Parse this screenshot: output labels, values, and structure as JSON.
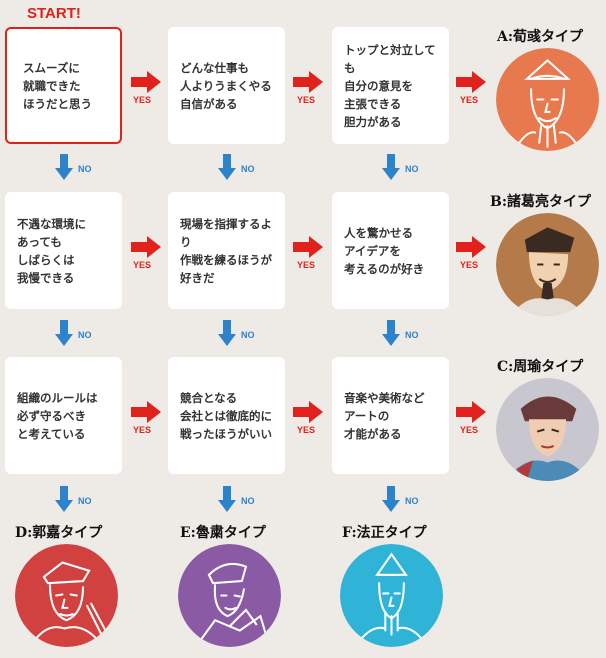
{
  "start_label": "START!",
  "yes_label": "YES",
  "no_label": "NO",
  "questions": {
    "q11": "スムーズに\n就職できた\nほうだと思う",
    "q12": "どんな仕事も\n人よりうまくやる\n自信がある",
    "q13": "トップと対立しても\n自分の意見を\n主張できる\n胆力がある",
    "q21": "不遇な環境に\nあっても\nしばらくは\n我慢できる",
    "q22": "現場を指揮するより\n作戦を練るほうが\n好きだ",
    "q23": "人を驚かせる\nアイデアを\n考えるのが好き",
    "q31": "組織のルールは\n必ず守るべき\nと考えている",
    "q32": "競合となる\n会社とは徹底的に\n戦ったほうがいい",
    "q33": "音楽や美術など\nアートの\n才能がある"
  },
  "types": {
    "a": "A:荀彧タイプ",
    "b": "B:諸葛亮タイプ",
    "c": "C:周瑜タイプ",
    "d": "D:郭嘉タイプ",
    "e": "E:魯粛タイプ",
    "f": "F:法正タイプ"
  },
  "colors": {
    "yes_red": "#e1221c",
    "no_blue": "#2c83cc",
    "a": "#e8794f",
    "b": "#b47a4a",
    "c": "#c8c6cf",
    "d": "#d0413f",
    "e": "#8b5aa5",
    "f": "#2fb4d8"
  }
}
